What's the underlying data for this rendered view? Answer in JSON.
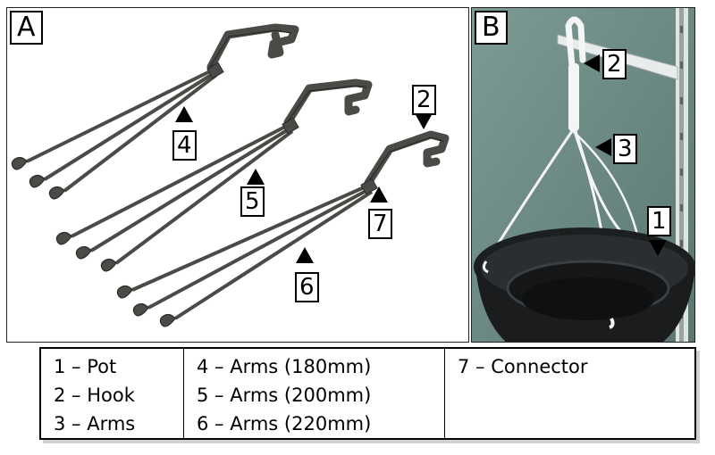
{
  "panels": {
    "a": {
      "letter": "A"
    },
    "b": {
      "letter": "B"
    }
  },
  "callouts_a": [
    "4",
    "5",
    "2",
    "7",
    "6"
  ],
  "callouts_b": [
    "2",
    "3",
    "1"
  ],
  "legend": {
    "col1": [
      "1 – Pot",
      "2 – Hook",
      "3 – Arms"
    ],
    "col2": [
      "4 – Arms (180mm)",
      "5 – Arms (200mm)",
      "6 – Arms (220mm)"
    ],
    "col3": [
      "7 – Connector"
    ]
  },
  "colors": {
    "part": "#4a4a46",
    "part_edge": "#2a2a28",
    "hanger": "#f4f6f6",
    "pot": "#1c1f20",
    "background_photo": "#6f8c86"
  }
}
